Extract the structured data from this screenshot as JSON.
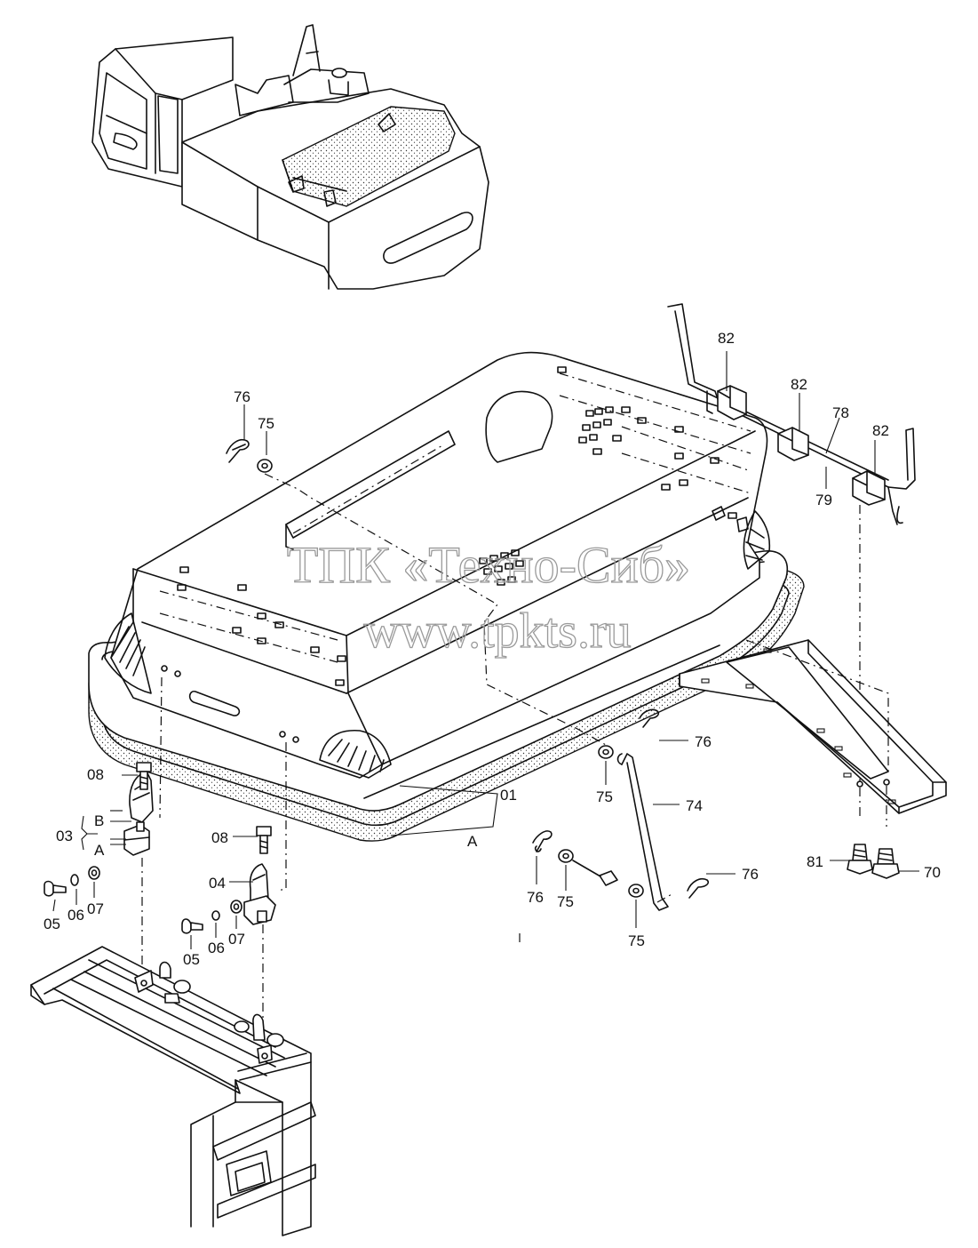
{
  "watermark": {
    "line1": "ТПК «Техно-Сиб»",
    "line2": "www.tpkts.ru"
  },
  "labels": {
    "p01": "01",
    "pA_main": "A",
    "p03": "03",
    "p03_B": "B",
    "p03_A": "A",
    "p04": "04",
    "p05_left": "05",
    "p06_left": "06",
    "p07_left": "07",
    "p05_mid": "05",
    "p06_mid": "06",
    "p07_mid": "07",
    "p08_left": "08",
    "p08_mid": "08",
    "p70": "70",
    "p74": "74",
    "p75_top": "75",
    "p75_mid": "75",
    "p75_low1": "75",
    "p75_low2": "75",
    "p76_top": "76",
    "p76_mid": "76",
    "p76_low": "76",
    "p76_right": "76",
    "p78": "78",
    "p79": "79",
    "p81": "81",
    "p82_a": "82",
    "p82_b": "82",
    "p82_c": "82"
  }
}
